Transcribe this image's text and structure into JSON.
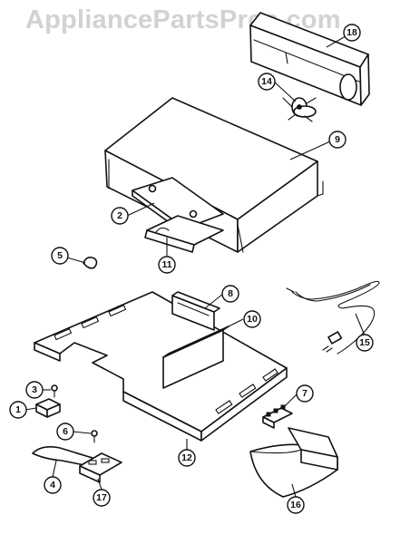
{
  "watermark": "AppliancePartsPros.com",
  "callouts": [
    {
      "label": "18"
    },
    {
      "label": "14"
    },
    {
      "label": "9"
    },
    {
      "label": "2"
    },
    {
      "label": "11"
    },
    {
      "label": "5"
    },
    {
      "label": "8"
    },
    {
      "label": "10"
    },
    {
      "label": "15"
    },
    {
      "label": "3"
    },
    {
      "label": "1"
    },
    {
      "label": "7"
    },
    {
      "label": "6"
    },
    {
      "label": "12"
    },
    {
      "label": "4"
    },
    {
      "label": "17"
    },
    {
      "label": "16"
    }
  ]
}
